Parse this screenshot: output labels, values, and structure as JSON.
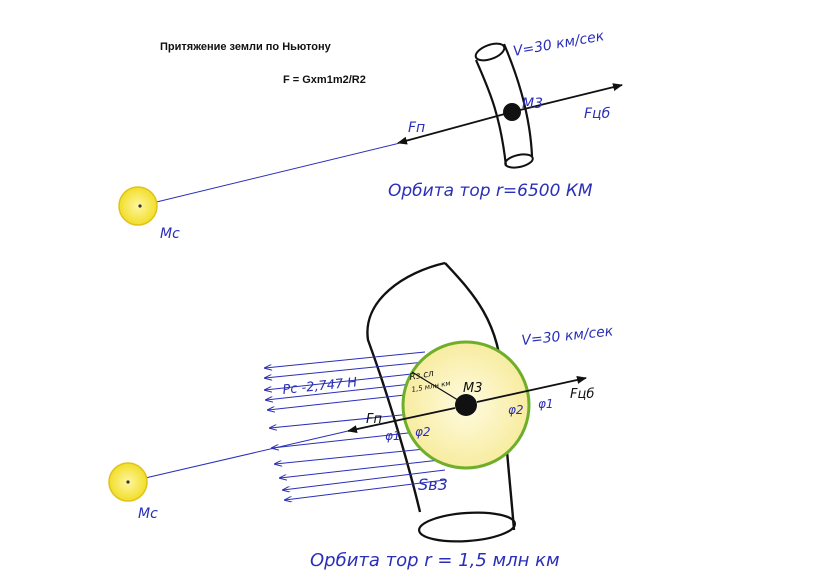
{
  "header": {
    "title": "Притяжение земли по Ньютону",
    "formula": "F = Gxm1m2/R2"
  },
  "top_diagram": {
    "velocity": "V=30 км/сек",
    "earth_label": "М3",
    "force_gravity": "Fп",
    "force_centrifugal": "Fцб",
    "sun_label": "Мс",
    "orbit_caption": "Орбита тор  r=6500 КМ"
  },
  "bottom_diagram": {
    "velocity": "V=30 км/сек",
    "earth_label": "М3",
    "radius_label": "Rз.сл",
    "radius_value": "1,5 млн км",
    "solar_pressure": "Pc -2,747 Н",
    "force_gravity": "Fп",
    "force_centrifugal": "Fцб",
    "phi1_left": "φ1",
    "phi2_left": "φ2",
    "phi2_right": "φ2",
    "phi1_right": "φ1",
    "area_label": "Sв3",
    "sun_label": "Мс",
    "orbit_caption": "Орбита тор  r = 1,5 млн км"
  },
  "colors": {
    "ink": "#111111",
    "pen_blue": "#2b2fb8",
    "sun_yellow": "#f4e84a",
    "sun_outline": "#e0c21a",
    "green_outline": "#6fae2a"
  }
}
